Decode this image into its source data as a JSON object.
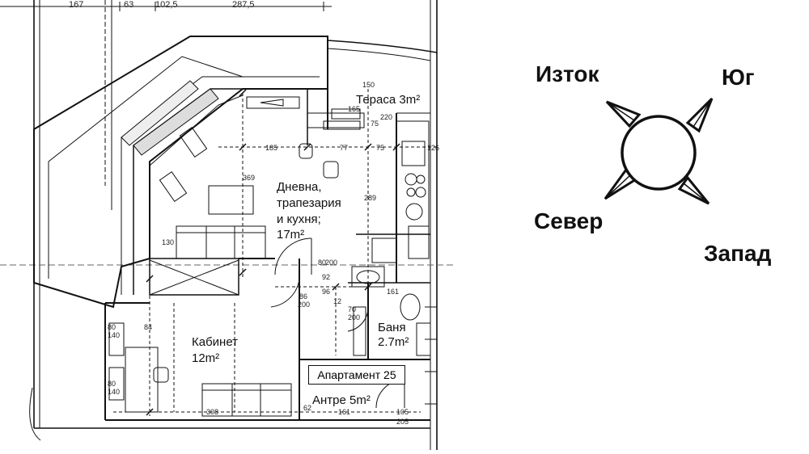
{
  "plan": {
    "top_dims": [
      "167",
      "63",
      "102,5",
      "287,5"
    ],
    "rooms": {
      "terrace": "Тераса 3m²",
      "living_1": "Дневна,",
      "living_2": "трапезария",
      "living_3": "и кухня;",
      "living_4": "17m²",
      "study_1": "Кабинет",
      "study_2": "12m²",
      "bath_1": "Баня",
      "bath_2": "2.7m²",
      "hall": "Антре 5m²"
    },
    "apartment_label": "Апартамент 25",
    "small_dims": [
      "165",
      "150",
      "75",
      "220",
      "185",
      "77",
      "75",
      "126",
      "369",
      "289",
      "130",
      "200",
      "80",
      "92",
      "96",
      "12",
      "161",
      "86",
      "200",
      "70",
      "200",
      "80",
      "140",
      "80",
      "140",
      "84",
      "308",
      "161",
      "105",
      "62",
      "205"
    ]
  },
  "compass": {
    "east": "Изток",
    "south": "Юг",
    "north": "Север",
    "west": "Запад"
  }
}
